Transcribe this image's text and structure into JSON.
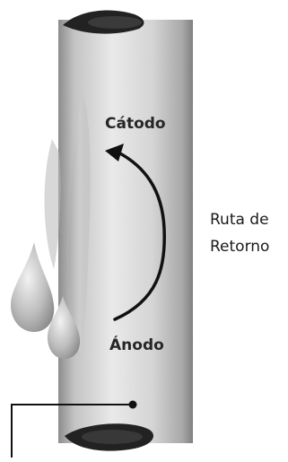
{
  "diagram": {
    "cathode_label": "Cátodo",
    "anode_label": "Ánodo",
    "return_path_label_line1": "Ruta de",
    "return_path_label_line2": "Retorno"
  }
}
